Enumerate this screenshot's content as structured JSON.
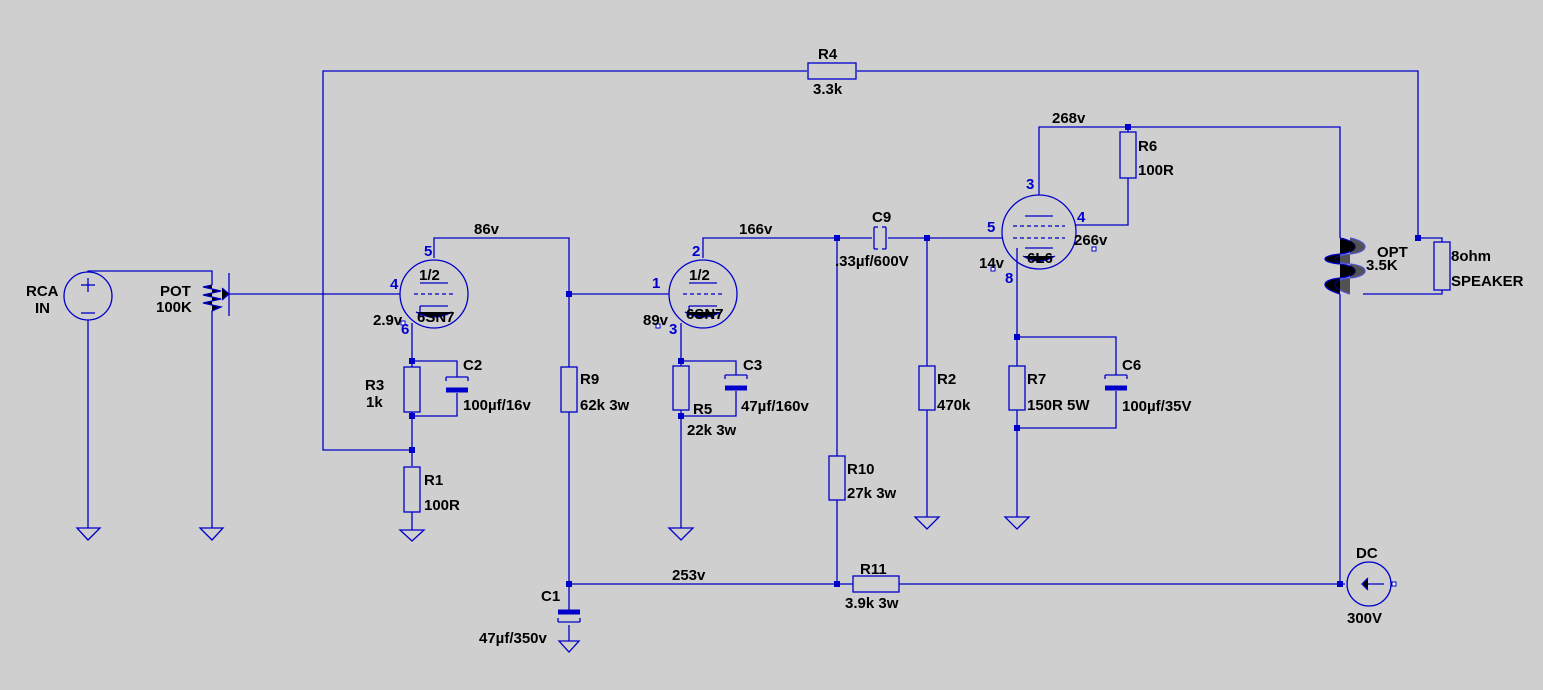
{
  "title": "",
  "colors": {
    "background": "#cfcfcf",
    "wire": "#0000cc",
    "text": "#000000",
    "pin_number": "#0000cc"
  },
  "parts": {
    "rca": {
      "name": "RCA",
      "value": "IN"
    },
    "pot": {
      "name": "POT",
      "value": "100K"
    },
    "r1": {
      "name": "R1",
      "value": "100R"
    },
    "r2": {
      "name": "R2",
      "value": "470k"
    },
    "r3": {
      "name": "R3",
      "value": "1k"
    },
    "r4": {
      "name": "R4",
      "value": "3.3k"
    },
    "r5": {
      "name": "R5",
      "value": "22k 3w"
    },
    "r6": {
      "name": "R6",
      "value": "100R"
    },
    "r7": {
      "name": "R7",
      "value": "150R 5W"
    },
    "r9": {
      "name": "R9",
      "value": "62k 3w"
    },
    "r10": {
      "name": "R10",
      "value": "27k 3w"
    },
    "r11": {
      "name": "R11",
      "value": "3.9k 3w"
    },
    "c1": {
      "name": "C1",
      "value": "47µf/350v"
    },
    "c2": {
      "name": "C2",
      "value": "100µf/16v"
    },
    "c3": {
      "name": "C3",
      "value": "47µf/160v"
    },
    "c6": {
      "name": "C6",
      "value": "100µf/35V"
    },
    "c9": {
      "name": "C9",
      "value": ".33µf/600V"
    },
    "v1": {
      "unit": "1/2",
      "type": "6SN7",
      "pins": {
        "plate": "5",
        "grid": "4",
        "cathode": "6"
      }
    },
    "v2": {
      "unit": "1/2",
      "type": "6SN7",
      "pins": {
        "plate": "2",
        "grid": "1",
        "cathode": "3"
      }
    },
    "v3": {
      "type": "6L6",
      "pins": {
        "plate": "3",
        "grid": "5",
        "screen": "4",
        "cathode": "8"
      }
    },
    "opt": {
      "name": "OPT",
      "value": "3.5K"
    },
    "speaker": {
      "name": "8ohm",
      "value": "SPEAKER"
    },
    "dc": {
      "name": "DC",
      "value": "300V"
    }
  },
  "voltages": {
    "v1_plate": "86v",
    "v1_cathode": "2.9v",
    "v2_plate": "166v",
    "v2_cathode": "89v",
    "v3_plate": "268v",
    "v3_screen": "266v",
    "v3_cathode": "14v",
    "supply": "253v"
  }
}
